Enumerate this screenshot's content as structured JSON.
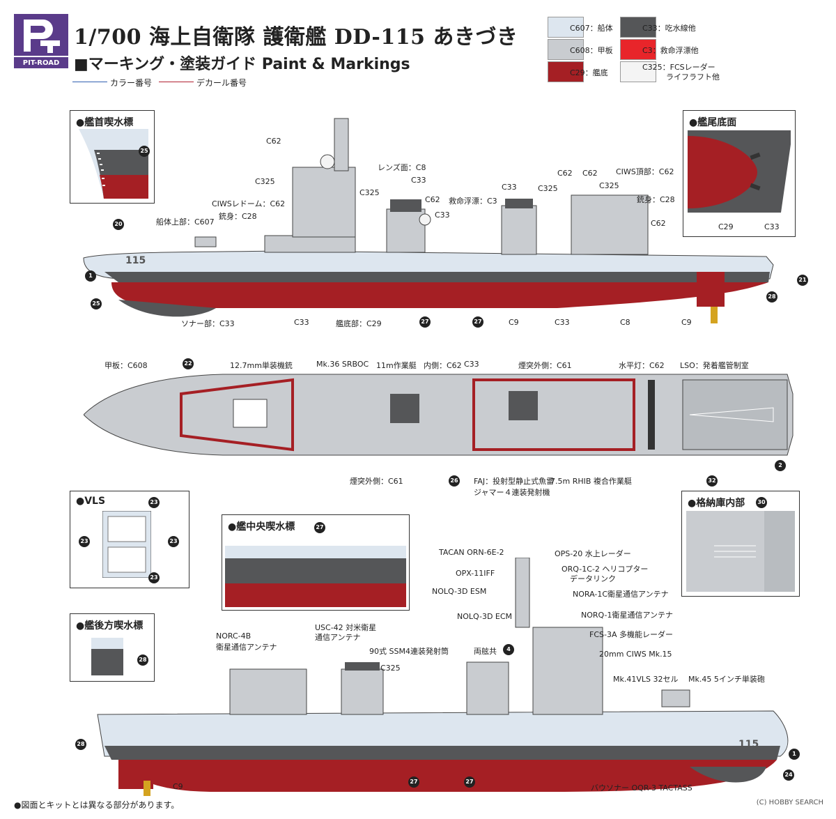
{
  "header": {
    "logo_text": "PIT-ROAD",
    "title": "1/700 海上自衛隊 護衛艦 DD-115 あきづき",
    "subtitle": "■マーキング・塗装ガイド Paint & Markings",
    "legend_color": "カラー番号",
    "legend_decal": "デカール番号"
  },
  "colors": [
    {
      "label": "C607：船体",
      "hex": "#dde6ef"
    },
    {
      "label": "C608：甲板",
      "hex": "#c9ccd0"
    },
    {
      "label": "C29：艦底",
      "hex": "#a51f24"
    },
    {
      "label": "C33：吃水線他",
      "hex": "#555658"
    },
    {
      "label": "C3：救命浮漂他",
      "hex": "#e8252a"
    },
    {
      "label": "C325：FCSレーダー",
      "hex": "#f4f4f4"
    }
  ],
  "color_label_extra": "ライフラフト他",
  "insets": {
    "bow": "●艦首喫水標",
    "stern": "●艦尾底面",
    "vls": "●VLS",
    "mid": "●艦中央喫水標",
    "aft": "●艦後方喫水標",
    "hangar": "●格納庫内部"
  },
  "hull_number": "115",
  "side1_labels": {
    "c62": "C62",
    "c325": "C325",
    "ciws_dome": "CIWSレドーム：C62",
    "barrel": "銃身：C28",
    "hull_upper": "船体上部：C607",
    "lens": "レンズ面：C8",
    "c33": "C33",
    "lifebuoy": "救命浮漂：C3",
    "ciws_top": "CIWS頂部：C62",
    "sonar": "ソナー部：C33",
    "bottom": "艦底部：C29",
    "c9": "C9",
    "c8": "C8",
    "c29": "C29"
  },
  "deck_labels": {
    "deck": "甲板：C608",
    "mg": "12.7mm単装機銃",
    "srboc": "Mk.36 SRBOC",
    "boat11": "11m作業艇",
    "inner": "内側：C62",
    "c33": "C33",
    "funnel_out": "煙突外側：C61",
    "horiz_light": "水平灯：C62",
    "lso": "LSO：発着艦管制室",
    "funnel_out2": "煙突外側：C61",
    "faj1": "FAJ：投射型静止式魚雷",
    "faj2": "ジャマー４連装発射機",
    "rhib": "7.5m RHIB 複合作業艇"
  },
  "side2_labels": {
    "tacan": "TACAN ORN-6E-2",
    "ops20": "OPS-20 水上レーダー",
    "opx": "OPX-11IFF",
    "orq1": "ORQ-1C-2 ヘリコプター",
    "orq2": "データリンク",
    "esm": "NOLQ-3D ESM",
    "nora": "NORA-1C衛星通信アンテナ",
    "ecm": "NOLQ-3D ECM",
    "norq": "NORQ-1衛星通信アンテナ",
    "fcs": "FCS-3A 多機能レーダー",
    "norc1": "NORC-4B",
    "norc2": "衛星通信アンテナ",
    "usc1": "USC-42 対米衛星",
    "usc2": "通信アンテナ",
    "ssm": "90式 SSM4連装発射筒",
    "bell": "両舷共",
    "ciws": "20mm CIWS Mk.15",
    "vls": "Mk.41VLS 32セル",
    "gun": "Mk.45 5インチ単装砲",
    "c325": "C325",
    "sonar": "バウソナー OQR-3 TACTASS",
    "c9": "C9"
  },
  "decals": [
    "1",
    "2",
    "4",
    "20",
    "21",
    "22",
    "23",
    "24",
    "25",
    "26",
    "27",
    "28",
    "30",
    "32"
  ],
  "footer_note": "●図面とキットとは異なる部分があります。",
  "footer_credit": "(C) HOBBY SEARCH"
}
